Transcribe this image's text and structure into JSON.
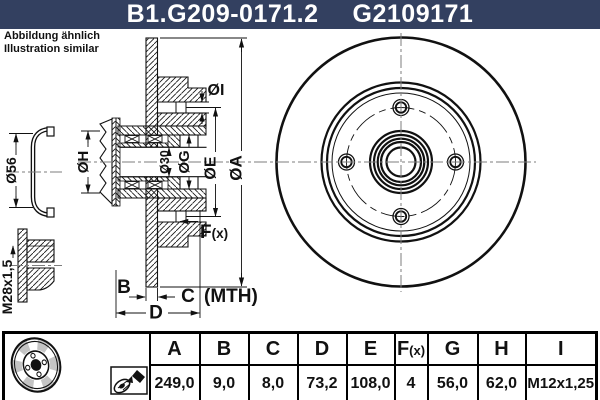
{
  "header": {
    "bg_color": "#334060",
    "part_number": "B1.G209-0171.2",
    "reference_number": "G2109171"
  },
  "note": {
    "line1": "Abbildung ähnlich",
    "line2": "Illustration similar"
  },
  "drawing": {
    "labels": {
      "dia_i": "ØI",
      "dia_e": "ØE",
      "dia_a": "ØA",
      "dia_g": "ØG",
      "dia_30": "Ø30",
      "dia_h": "ØH",
      "dia_56": "Ø56",
      "thread": "M28x1,5",
      "b": "B",
      "c": "C",
      "c_suffix": "(MTH)",
      "d": "D",
      "f": "F",
      "f_suffix": "(x)"
    }
  },
  "table": {
    "columns": [
      {
        "label": "A",
        "value": "249,0"
      },
      {
        "label": "B",
        "value": "9,0"
      },
      {
        "label": "C",
        "value": "8,0"
      },
      {
        "label": "D",
        "value": "73,2"
      },
      {
        "label": "E",
        "value": "108,0"
      },
      {
        "label": "F",
        "label_suffix": "(x)",
        "value": "4"
      },
      {
        "label": "G",
        "value": "56,0"
      },
      {
        "label": "H",
        "value": "62,0"
      },
      {
        "label": "I",
        "value": "M12x1,25"
      }
    ]
  }
}
